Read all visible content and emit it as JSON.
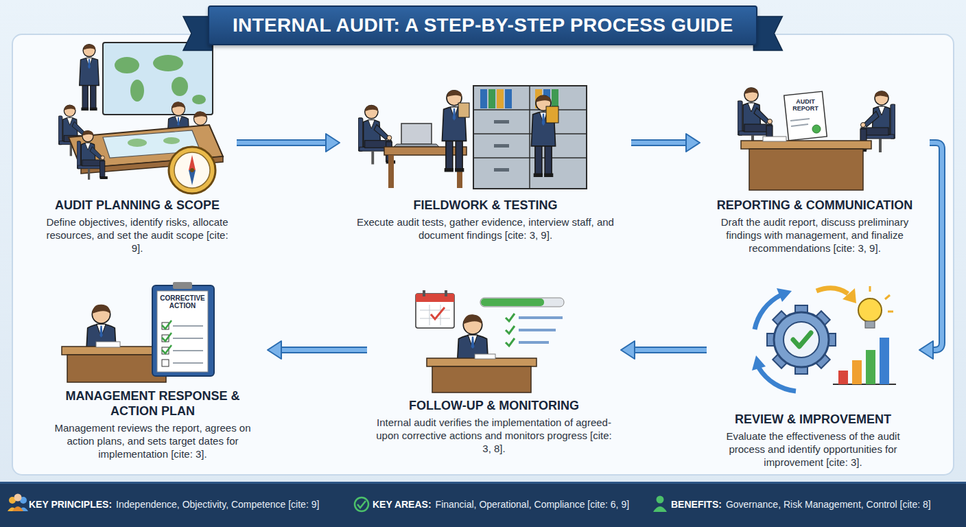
{
  "diagram": {
    "title": "INTERNAL AUDIT: A STEP-BY-STEP PROCESS GUIDE",
    "nodes": [
      {
        "text": [
          "AUDIT PLANNING & SCOPE",
          "Define objectives, identify risks, allocate resources, and set the audit scope [cite: 9]."
        ]
      },
      {
        "text": [
          "FIELDWORK & TESTING",
          "Execute audit tests, gather evidence, interview staff, and document findings [cite: 3, 9]."
        ]
      },
      {
        "text": [
          "REPORTING & COMMUNICATION",
          "Draft the audit report, discuss preliminary findings with management, and finalize recommendations [cite: 3, 9]."
        ]
      },
      {
        "text": [
          "REVIEW & IMPROVEMENT",
          "Evaluate the effectiveness of the audit process and identify opportunities for improvement [cite: 3]."
        ]
      },
      {
        "text": [
          "FOLLOW-UP & MONITORING",
          "Internal audit verifies the implementation of agreed-upon corrective actions and monitors progress [cite: 3, 8]."
        ]
      },
      {
        "text": [
          "MANAGEMENT RESPONSE & ACTION PLAN",
          "Management reviews the report, agrees on action plans, and sets target dates for implementation [cite: 3]."
        ]
      },
      {
        "text": [
          "KEY PRINCIPLES:",
          "Independence, Objectivity, Competence [cite: 9]",
          "KEY AREAS:",
          "Financial, Operational, Compliance [cite: 6, 9]",
          "BENEFITS:",
          "Governance, Risk Management, Control [cite: 8]"
        ]
      }
    ],
    "edges": [
      {
        "from": 0,
        "to": 1,
        "arrow": "to"
      },
      {
        "from": 1,
        "to": 2,
        "arrow": "to"
      },
      {
        "from": 2,
        "to": 3,
        "arrow": "to"
      },
      {
        "from": 3,
        "to": 4,
        "arrow": "to"
      },
      {
        "from": 4,
        "to": 5,
        "arrow": "to"
      }
    ],
    "labels": [
      "AUDIT REPORT",
      "CORRECTIVE ACTION"
    ]
  }
}
